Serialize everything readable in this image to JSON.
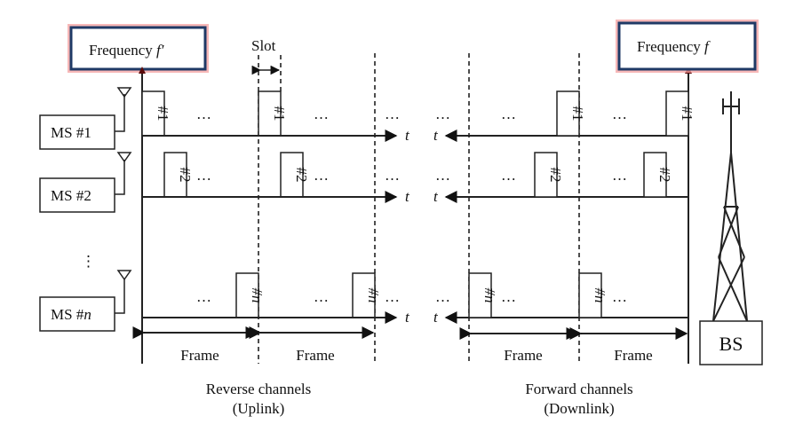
{
  "uplink": {
    "frequency_label": "Frequency",
    "frequency_symbol": "f′",
    "slot_label": "Slot",
    "time_symbol": "t",
    "frame_label": "Frame",
    "section_title": "Reverse channels",
    "section_subtitle": "(Uplink)",
    "stations": [
      {
        "label_prefix": "MS #",
        "label_suffix": "1",
        "slot": "#1",
        "italic": false
      },
      {
        "label_prefix": "MS #",
        "label_suffix": "2",
        "slot": "#2",
        "italic": false
      },
      {
        "label_prefix": "MS #",
        "label_suffix": "n",
        "slot": "#n",
        "italic": true
      }
    ],
    "vertical_ellipsis": "⋮",
    "ellipsis": "…"
  },
  "downlink": {
    "frequency_label": "Frequency",
    "frequency_symbol": "f",
    "time_symbol": "t",
    "frame_label": "Frame",
    "section_title": "Forward channels",
    "section_subtitle": "(Downlink)",
    "base_station_label": "BS"
  },
  "colors": {
    "frequency_box_border": "#1f3a66",
    "frequency_box_glow": "#f4a0a0",
    "line": "#222222"
  }
}
